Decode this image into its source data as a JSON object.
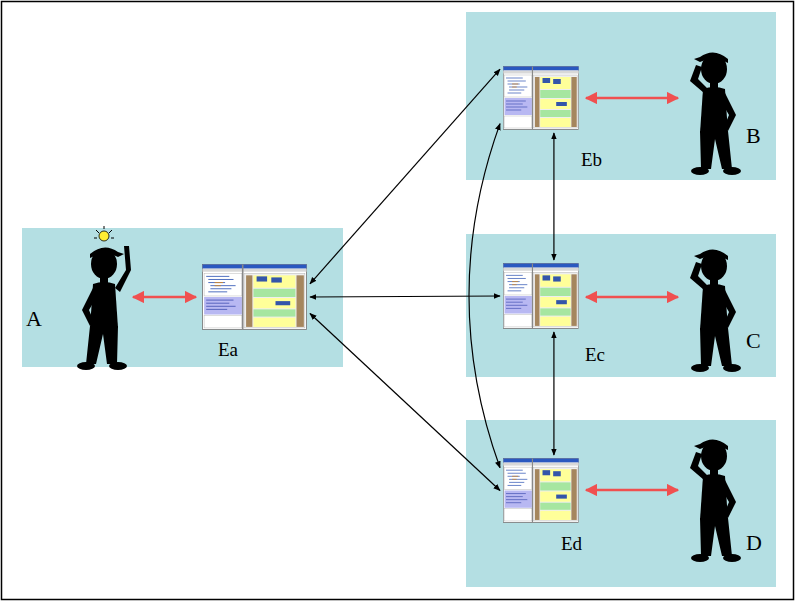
{
  "diagram": {
    "nodes": [
      {
        "text": [
          "A"
        ]
      },
      {
        "text": [
          "Ea"
        ],
        "in": 0
      },
      {
        "text": [
          "B"
        ]
      },
      {
        "text": [
          "Eb"
        ],
        "in": 2
      },
      {
        "text": [
          "C"
        ]
      },
      {
        "text": [
          "Ec"
        ],
        "in": 4
      },
      {
        "text": [
          "D"
        ]
      },
      {
        "text": [
          "Ed"
        ],
        "in": 6
      }
    ],
    "edges": [
      {
        "from": 1,
        "to": 3,
        "arrow": "both"
      },
      {
        "from": 1,
        "to": 5,
        "arrow": "both"
      },
      {
        "from": 1,
        "to": 7,
        "arrow": "both"
      },
      {
        "from": 3,
        "to": 5,
        "arrow": "both"
      },
      {
        "from": 5,
        "to": 7,
        "arrow": "both"
      },
      {
        "from": 3,
        "to": 7,
        "arrow": "both"
      }
    ]
  }
}
